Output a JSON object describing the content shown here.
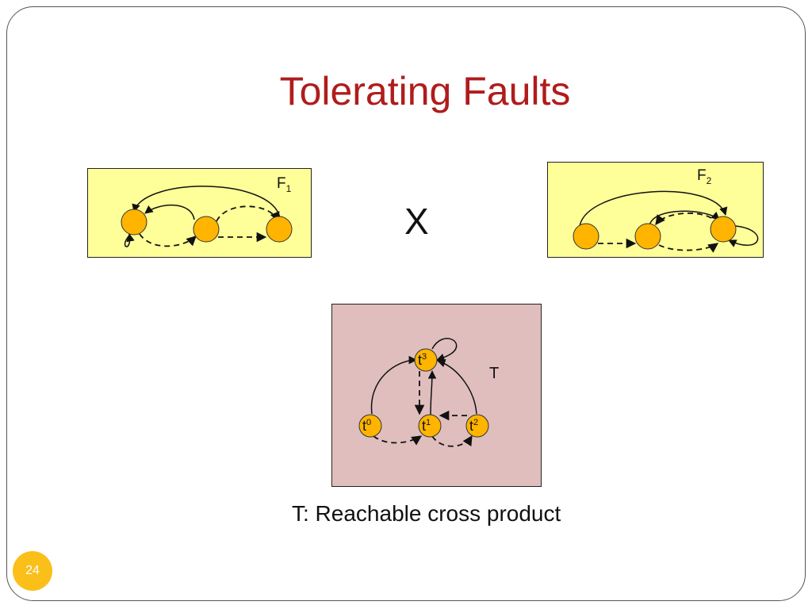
{
  "slide": {
    "title": "Tolerating Faults",
    "cross_symbol": "X",
    "caption": "T: Reachable cross product",
    "slide_number": "24"
  },
  "f1": {
    "label_main": "F",
    "label_sub": "1"
  },
  "f2": {
    "label_main": "F",
    "label_sub": "2"
  },
  "t": {
    "label": "T",
    "nodes": [
      {
        "base": "t",
        "sup": "0"
      },
      {
        "base": "t",
        "sup": "1"
      },
      {
        "base": "t",
        "sup": "2"
      },
      {
        "base": "t",
        "sup": "3"
      }
    ]
  },
  "colors": {
    "title": "#b01c1c",
    "panel_fill_f": "#ffff99",
    "panel_fill_t": "#e0bebe",
    "node_fill": "#ffb400",
    "slide_number_bg": "#fbbf1a"
  }
}
